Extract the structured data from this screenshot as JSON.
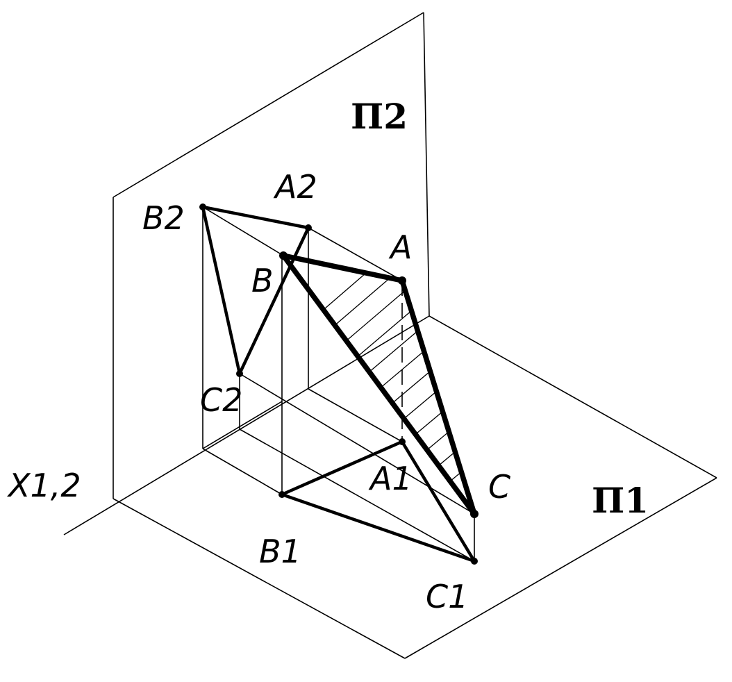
{
  "labels": {
    "plane_frontal": "П2",
    "plane_horizontal": "П1",
    "axis": "X1,2",
    "point_a": "A",
    "point_b": "B",
    "point_c": "C",
    "point_a1": "A1",
    "point_b1": "B1",
    "point_c1": "C1",
    "point_a2": "A2",
    "point_b2": "B2",
    "point_c2": "C2"
  }
}
